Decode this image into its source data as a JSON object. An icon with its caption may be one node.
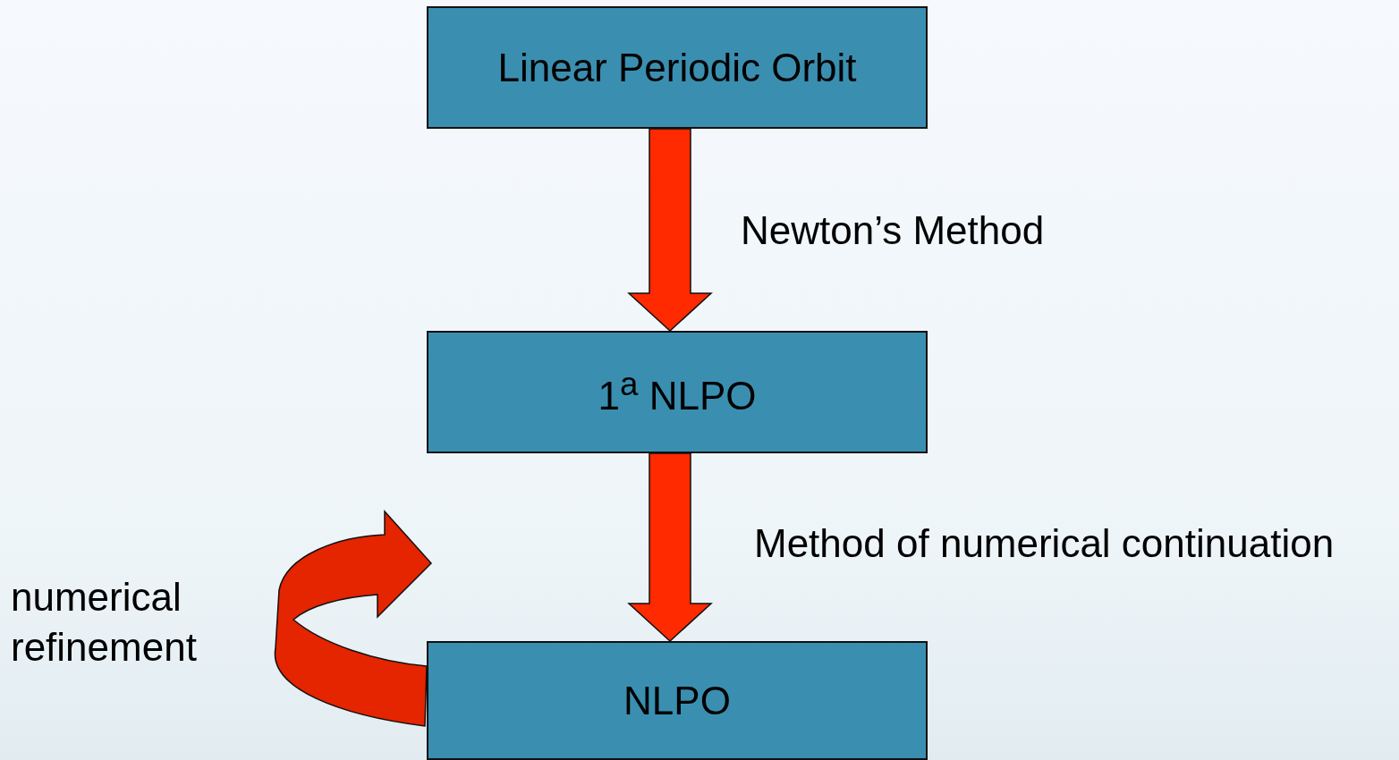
{
  "diagram": {
    "nodes": [
      {
        "text": [
          "Linear Periodic Orbit"
        ]
      },
      {
        "text": [
          "1$^{a}$ NLPO"
        ]
      },
      {
        "text": [
          "NLPO"
        ]
      }
    ],
    "edges": [
      {
        "from": 0,
        "to": 1,
        "arrow": "to",
        "label": "Newton’s Method"
      },
      {
        "from": 1,
        "to": 2,
        "arrow": "to",
        "label": "Method of numerical continuation"
      },
      {
        "from": 2,
        "to": null,
        "arrow": "to",
        "label": "numerical refinement"
      }
    ]
  }
}
